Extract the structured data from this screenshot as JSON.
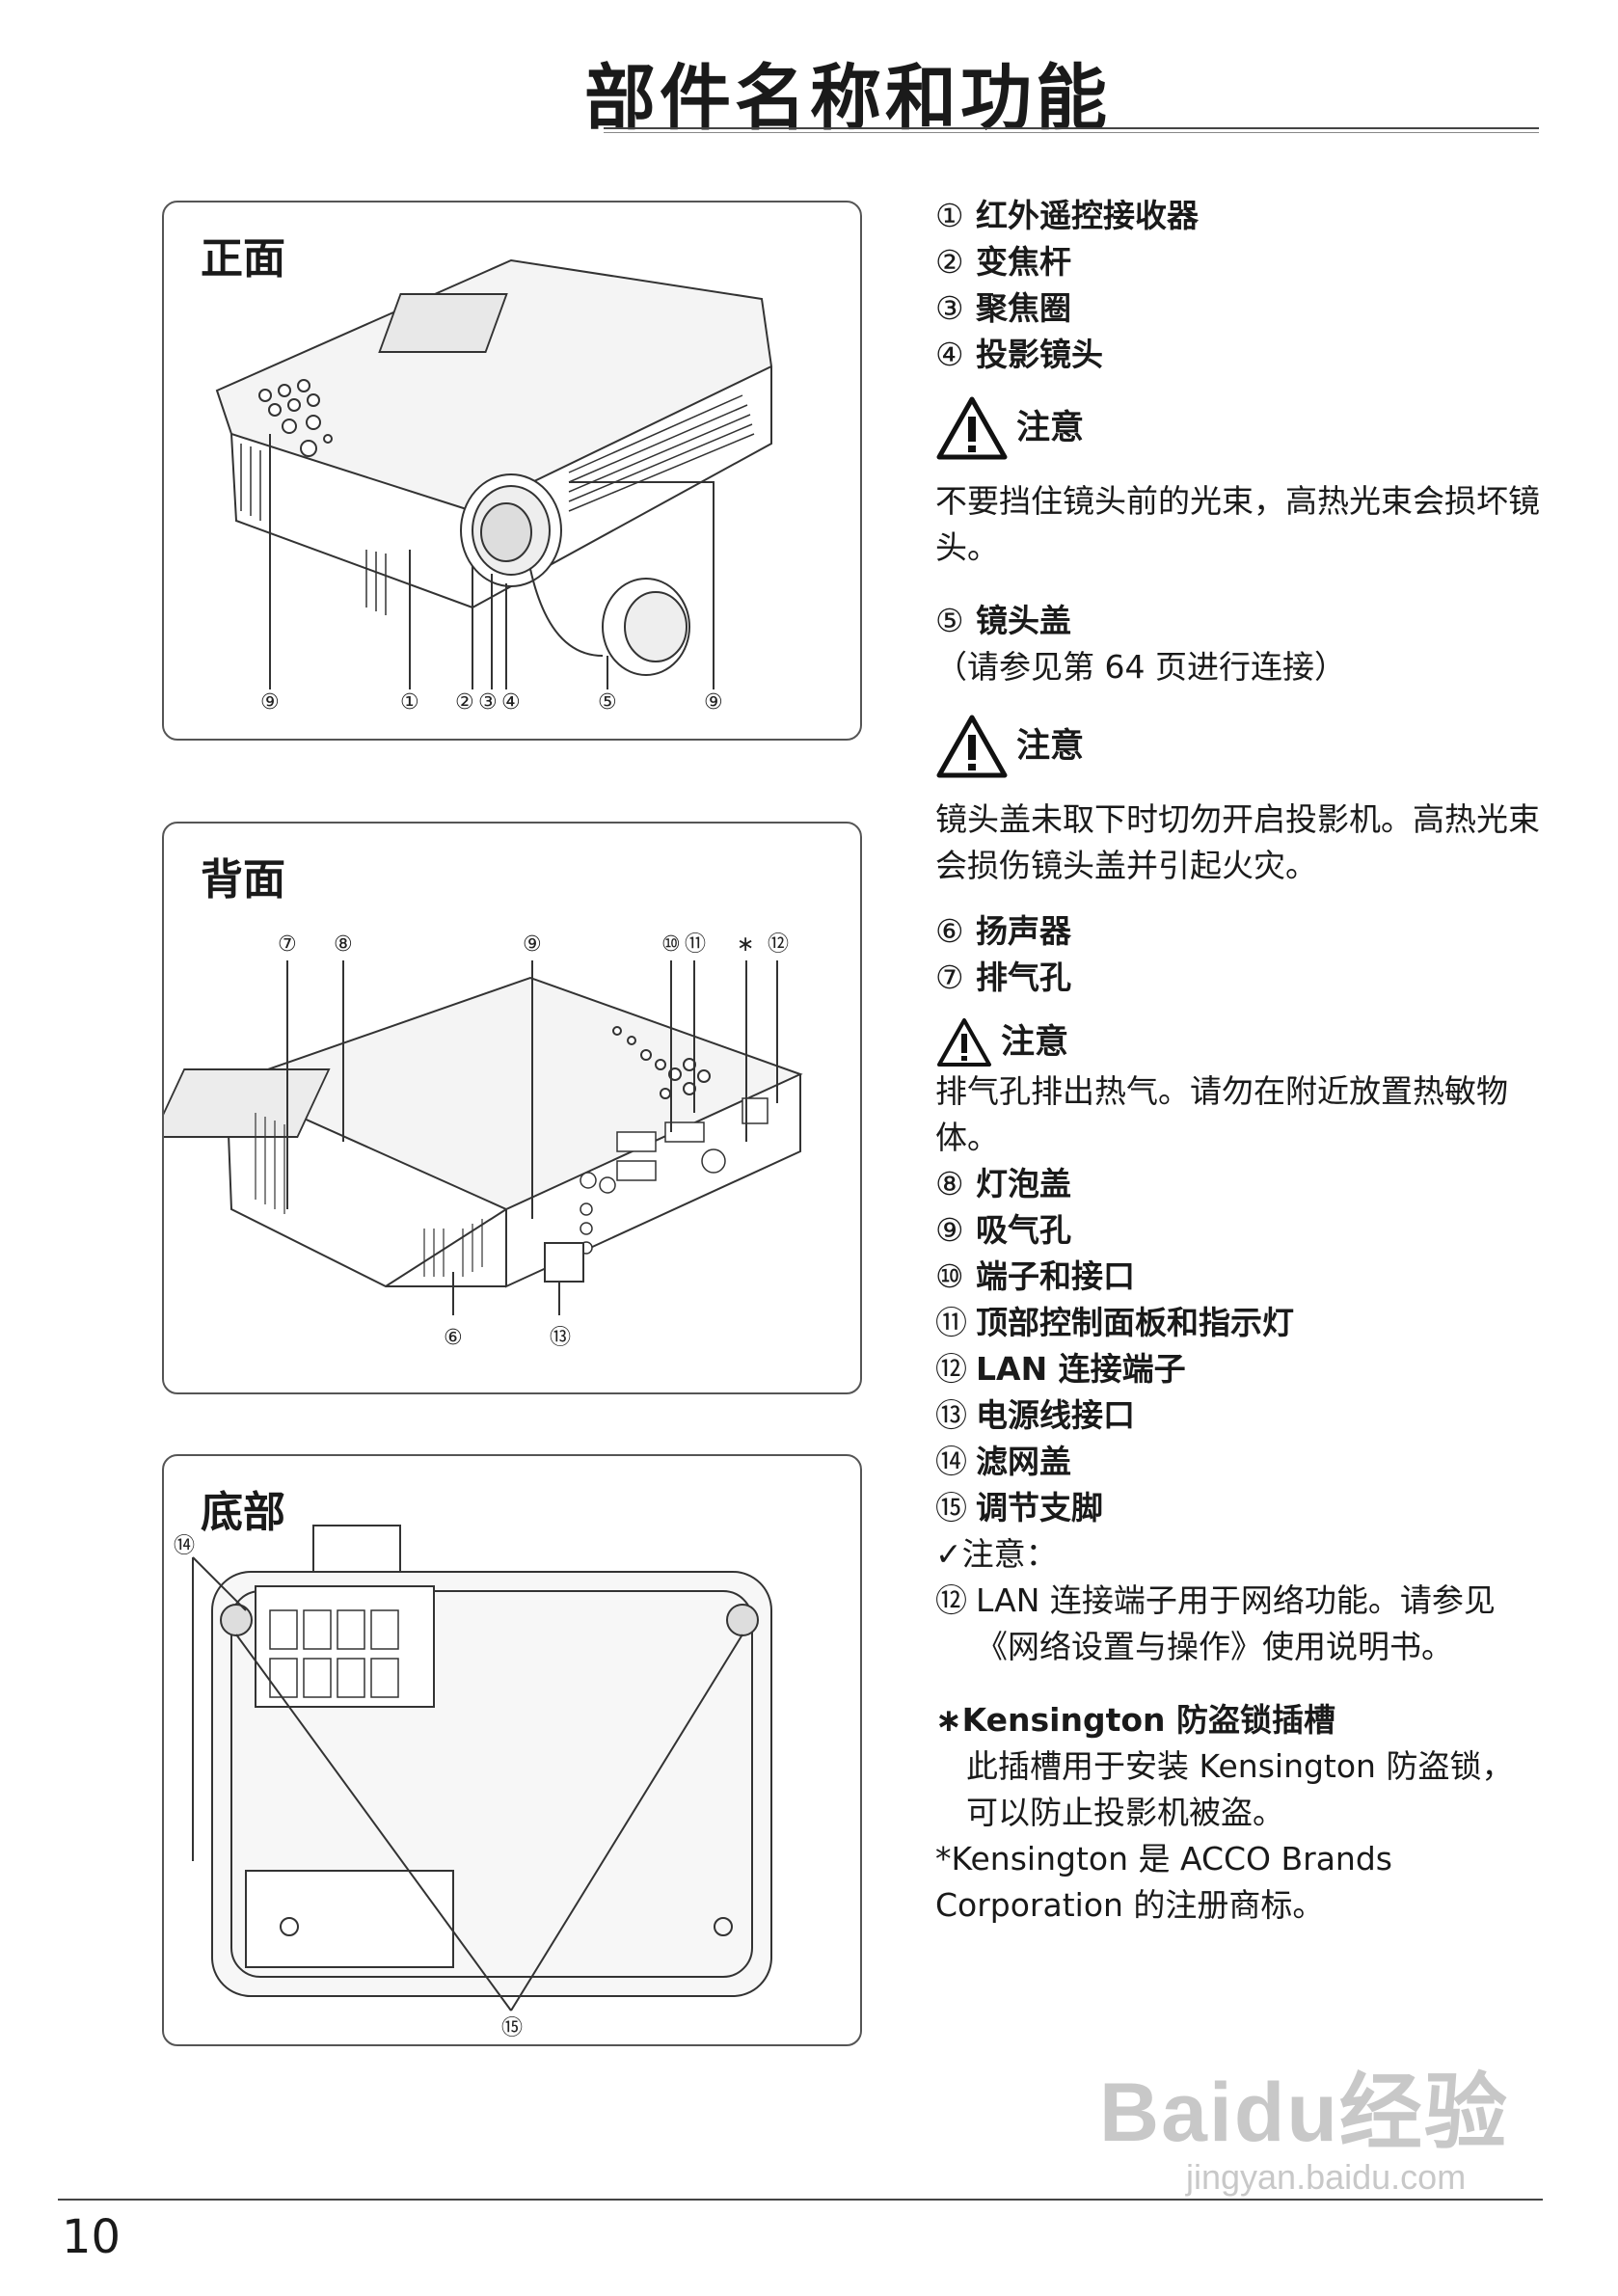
{
  "page_title": "部件名称和功能",
  "panels": {
    "front": {
      "heading": "正面",
      "labels": [
        "⑨",
        "①",
        "②",
        "③",
        "④",
        "⑤",
        "⑨"
      ]
    },
    "back": {
      "heading": "背面",
      "labels": [
        "⑦",
        "⑧",
        "⑨",
        "⑩",
        "⑪",
        "∗",
        "⑫",
        "⑥",
        "⑬"
      ]
    },
    "bottom": {
      "heading": "底部",
      "labels": [
        "⑭",
        "⑮"
      ]
    }
  },
  "right": {
    "items1": [
      {
        "num": "①",
        "text": "红外遥控接收器"
      },
      {
        "num": "②",
        "text": "变焦杆"
      },
      {
        "num": "③",
        "text": "聚焦圈"
      },
      {
        "num": "④",
        "text": "投影镜头"
      }
    ],
    "caution1_label": "注意",
    "caution1_text": "不要挡住镜头前的光束，高热光束会损坏镜头。",
    "item5": {
      "num": "⑤",
      "text": "镜头盖"
    },
    "item5_note": "（请参见第 64 页进行连接）",
    "caution2_label": "注意",
    "caution2_text": "镜头盖未取下时切勿开启投影机。高热光束会损伤镜头盖并引起火灾。",
    "items2": [
      {
        "num": "⑥",
        "text": "扬声器"
      },
      {
        "num": "⑦",
        "text": "排气孔"
      }
    ],
    "caution3_label": "注意",
    "caution3_text": "排气孔排出热气。请勿在附近放置热敏物体。",
    "items3": [
      {
        "num": "⑧",
        "text": "灯泡盖"
      },
      {
        "num": "⑨",
        "text": "吸气孔"
      },
      {
        "num": "⑩",
        "text": "端子和接口"
      },
      {
        "num": "⑪",
        "text": "顶部控制面板和指示灯"
      },
      {
        "num": "⑫",
        "text": "LAN 连接端子"
      },
      {
        "num": "⑬",
        "text": "电源线接口"
      },
      {
        "num": "⑭",
        "text": "滤网盖"
      },
      {
        "num": "⑮",
        "text": "调节支脚"
      }
    ],
    "note_label": "✓注意：",
    "note_num": "⑫",
    "note_text": "LAN 连接端子用于网络功能。请参见《网络设置与操作》使用说明书。",
    "kensington_title": "∗Kensington 防盗锁插槽",
    "kensington_text": "此插槽用于安装 Kensington 防盗锁，可以防止投影机被盗。",
    "trademark_text": "*Kensington 是 ACCO Brands Corporation 的注册商标。"
  },
  "page_number": "10",
  "watermark": {
    "logo": "Baidu经验",
    "url": "jingyan.baidu.com"
  }
}
